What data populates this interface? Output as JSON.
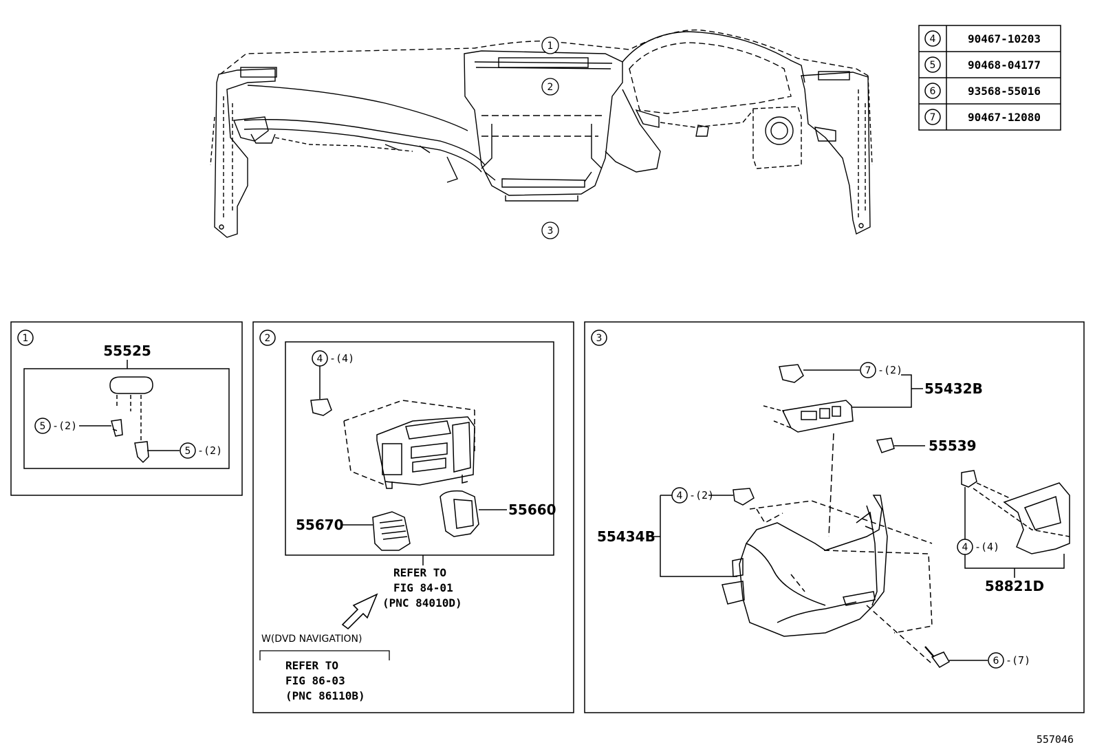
{
  "parts_table": [
    {
      "key": "4",
      "part": "90467-10203"
    },
    {
      "key": "5",
      "part": "90468-04177"
    },
    {
      "key": "6",
      "part": "93568-55016"
    },
    {
      "key": "7",
      "part": "90467-12080"
    }
  ],
  "main_callouts": [
    "1",
    "2",
    "3"
  ],
  "panel1": {
    "index": "1",
    "part": "55525",
    "clip_left": {
      "key": "5",
      "qty": "-(2)"
    },
    "clip_right": {
      "key": "5",
      "qty": "-(2)"
    }
  },
  "panel2": {
    "index": "2",
    "clip": {
      "key": "4",
      "qty": "-(4)"
    },
    "part_left": "55670",
    "part_right": "55660",
    "refer1": [
      "REFER TO",
      "FIG 84-01",
      "(PNC 84010D)"
    ],
    "option_label": "W(DVD NAVIGATION)",
    "refer2": [
      "REFER TO",
      "FIG 86-03",
      "(PNC 86110B)"
    ]
  },
  "panel3": {
    "index": "3",
    "clip_top": {
      "key": "7",
      "qty": "-(2)"
    },
    "part_top": "55432B",
    "part_small": "55539",
    "clip_left": {
      "key": "4",
      "qty": "-(2)"
    },
    "part_left": "55434B",
    "clip_right": {
      "key": "4",
      "qty": "-(4)"
    },
    "part_right": "58821D",
    "screw": {
      "key": "6",
      "qty": "-(7)"
    }
  },
  "figure_id": "557046"
}
